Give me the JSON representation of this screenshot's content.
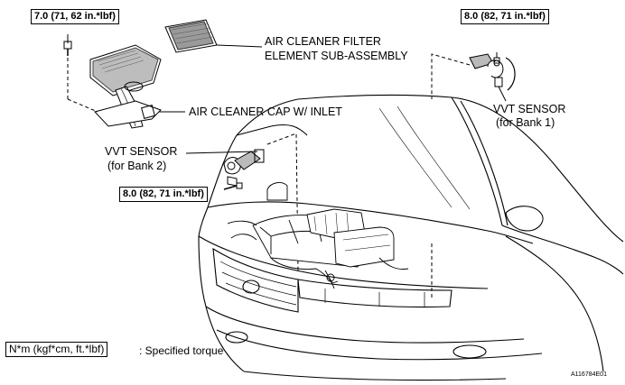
{
  "torque_labels": {
    "air_cleaner_bolt": "7.0 (71, 62 in.*lbf)",
    "vvt_bank1_bolt": "8.0 (82, 71 in.*lbf)",
    "vvt_bank2_bolt": "8.0 (82, 71 in.*lbf)"
  },
  "parts": {
    "filter_element_line1": "AIR CLEANER FILTER",
    "filter_element_line2": "ELEMENT SUB-ASSEMBLY",
    "cleaner_cap": "AIR CLEANER CAP W/ INLET",
    "vvt_bank1_line1": "VVT SENSOR",
    "vvt_bank1_line2": "(for Bank 1)",
    "vvt_bank2_line1": "VVT SENSOR",
    "vvt_bank2_line2": "(for Bank 2)"
  },
  "legend": {
    "unit_box": "N*m (kgf*cm, ft.*lbf)",
    "description": ": Specified torque"
  },
  "figure_code": "A116784E01"
}
